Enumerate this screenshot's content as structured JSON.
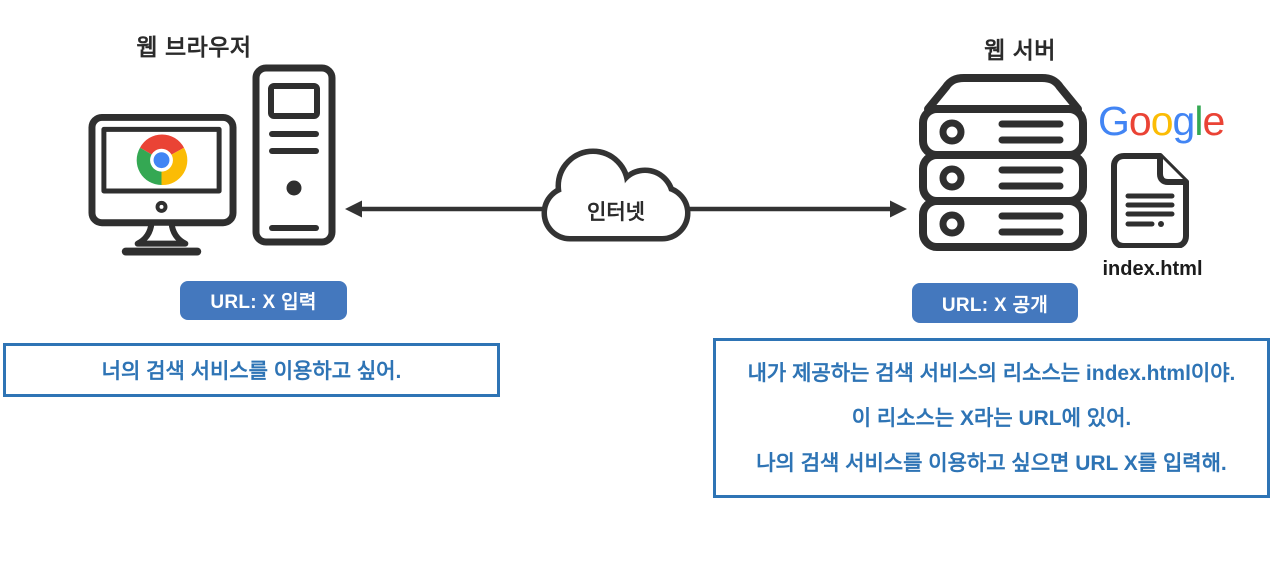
{
  "browser_section": {
    "title": "웹 브라우저",
    "badge": "URL: X 입력",
    "speech": "너의 검색 서비스를 이용하고 싶어."
  },
  "network": {
    "cloud_label": "인터넷"
  },
  "server_section": {
    "title": "웹 서버",
    "badge": "URL: X 공개",
    "file_label": "index.html",
    "speech_lines": [
      "내가 제공하는 검색 서비스의 리소스는 index.html이야.",
      "이 리소스는 X라는 URL에 있어.",
      "나의 검색 서비스를 이용하고 싶으면 URL X를 입력해."
    ],
    "google_logo": {
      "letters": [
        {
          "char": "G",
          "color": "#4285F4"
        },
        {
          "char": "o",
          "color": "#EA4335"
        },
        {
          "char": "o",
          "color": "#FBBC05"
        },
        {
          "char": "g",
          "color": "#4285F4"
        },
        {
          "char": "l",
          "color": "#34A853"
        },
        {
          "char": "e",
          "color": "#EA4335"
        }
      ]
    }
  },
  "colors": {
    "outline": "#2f2f2f",
    "badge_bg": "#4478BE",
    "box_border": "#2E74B5",
    "box_text": "#2E74B5",
    "chrome_red": "#EA4335",
    "chrome_yellow": "#FBBC05",
    "chrome_green": "#34A853",
    "chrome_blue": "#4285F4"
  }
}
